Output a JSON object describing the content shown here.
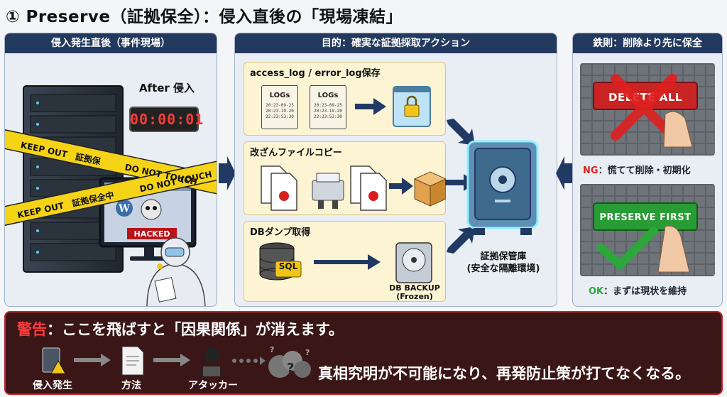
{
  "title": "① Preserve（証拠保全）：侵入直後の「現場凍結」",
  "left_panel": {
    "header": "侵入発生直後（事件現場）",
    "timer_label": "After 侵入",
    "timer_value": "00:00:01",
    "tape_texts": [
      "KEEP OUT　証拠保",
      "DO NOT TOUCH",
      "KEEP OUT　証拠保全中",
      "DO NOT TOUCH"
    ],
    "hacked_label": "HACKED"
  },
  "center_panel": {
    "header": "目的：確実な証拠採取アクション",
    "steps": [
      {
        "title": "access_log / error_log保存",
        "doc_label": "LOGs",
        "doc_lines": [
          "20:23-09-25",
          "20:23-19-20",
          "22:23:53:30"
        ]
      },
      {
        "title": "改ざんファイルコピー"
      },
      {
        "title": "DBダンプ取得",
        "db_label": "SQL",
        "backup_label": "DB BACKUP",
        "backup_sub": "(Frozen)"
      }
    ],
    "vault_label": "証拠保管庫",
    "vault_sub": "(安全な隔離環境)"
  },
  "right_panel": {
    "header": "鉄則：削除より先に保全",
    "ng_button": "DELETE ALL",
    "ng_prefix": "NG",
    "ng_text": "：慌てて削除・初期化",
    "ok_button": "PRESERVE FIRST",
    "ok_prefix": "OK",
    "ok_text": "：まずは現状を維持"
  },
  "warning": {
    "label": "警告",
    "text": "：ここを飛ばすと「因果関係」が消えます。",
    "flow": [
      "侵入発生",
      "方法",
      "アタッカー"
    ],
    "conclusion": "真相究明が不可能になり、再発防止策が打てなくなる。"
  },
  "colors": {
    "header_bg": "#233a5e",
    "warning_red": "#ff3b3b",
    "ng_red": "#e02020",
    "ok_green": "#2aa83a",
    "tape_yellow": "#f5d418",
    "arrow_navy": "#203a64"
  }
}
